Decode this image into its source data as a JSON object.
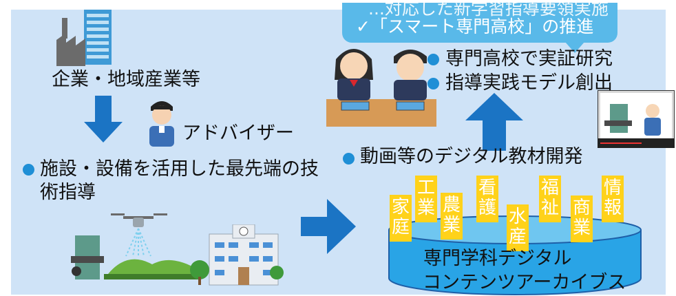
{
  "callout": {
    "line1": "...対応した新学習指導要領実施",
    "line2": "✓「スマート専門高校」の推進"
  },
  "left": {
    "industry_label": "企業・地域産業等",
    "advisor_label": "アドバイザー",
    "bullet": "施設・設備を活用した最先端の技術指導",
    "bullet_line1": "施設・設備を活用した最先端の技",
    "bullet_line2": "術指導"
  },
  "right": {
    "bullets_top": [
      "専門高校で実証研究",
      "指導実践モデル創出"
    ],
    "bullet_video": "動画等のデジタル教材開発",
    "subjects": [
      {
        "chars": [
          "家",
          "庭"
        ]
      },
      {
        "chars": [
          "工",
          "業"
        ]
      },
      {
        "chars": [
          "農",
          "業"
        ]
      },
      {
        "chars": [
          "看",
          "護"
        ]
      },
      {
        "chars": [
          "水",
          "産"
        ]
      },
      {
        "chars": [
          "福",
          "祉"
        ]
      },
      {
        "chars": [
          "商",
          "業"
        ]
      },
      {
        "chars": [
          "情",
          "報"
        ]
      }
    ],
    "archive_line1": "専門学科デジタル",
    "archive_line2": "コンテンツアーカイブス"
  },
  "colors": {
    "panel_bg": "#cfe3f7",
    "arrow_blue": "#1b74c4",
    "bullet_dot": "#1f8fd6",
    "callout_bg": "#59b9e9",
    "subject_yellow": "#ffd21a",
    "cylinder": "#29a4e6"
  }
}
